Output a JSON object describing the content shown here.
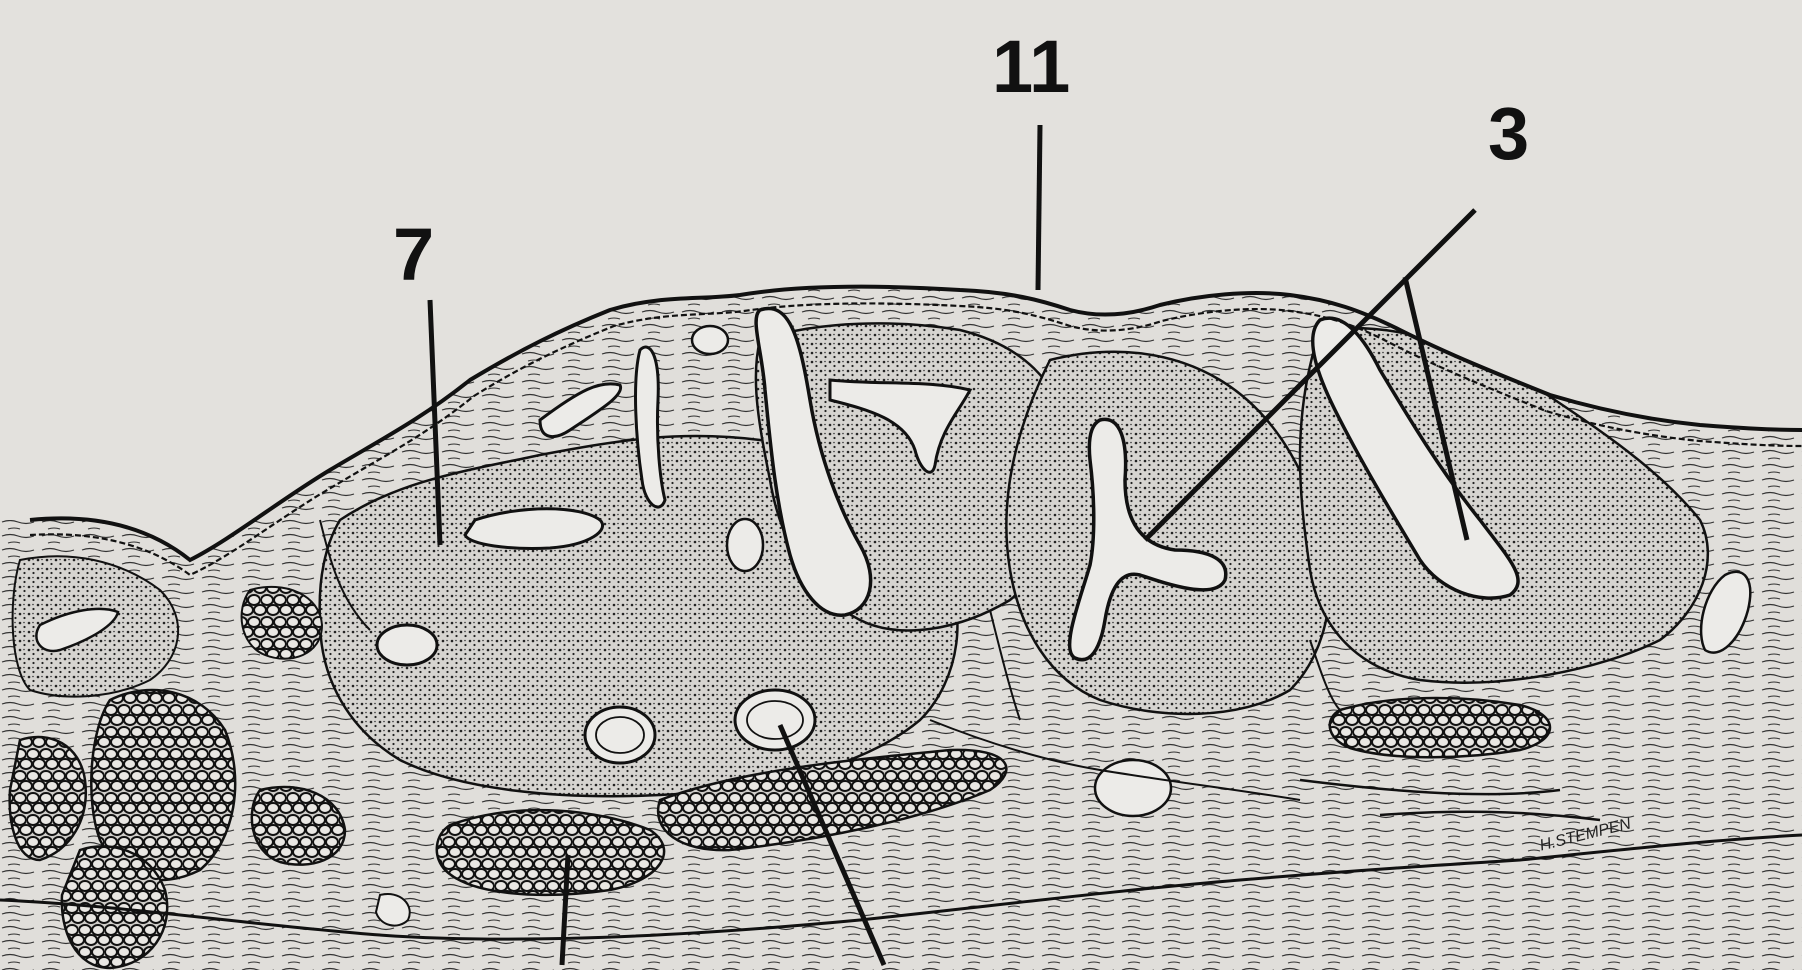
{
  "figure": {
    "labels": {
      "label_7": "7",
      "label_11": "11",
      "label_3": "3"
    },
    "signature": "H.STEMPEN",
    "colors": {
      "background": "#e3e1dd",
      "ink": "#111111",
      "tissue": "#d4d2ce",
      "lumen": "#ecebe8"
    }
  }
}
